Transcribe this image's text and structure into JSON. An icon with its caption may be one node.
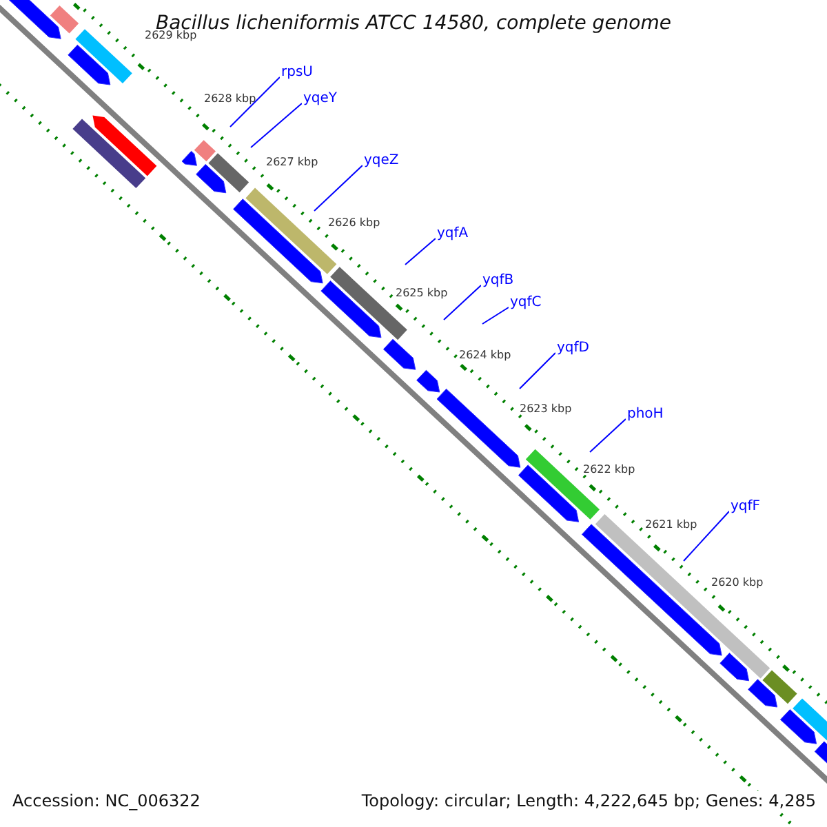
{
  "diagram": {
    "title": "Bacillus licheniformis ATCC 14580, complete genome",
    "nodes": [
      {
        "text": [
          "rpsU"
        ]
      },
      {
        "text": [
          "yqeY"
        ]
      },
      {
        "text": [
          "yqeZ"
        ]
      },
      {
        "text": [
          "yqfA"
        ]
      },
      {
        "text": [
          "yqfB"
        ]
      },
      {
        "text": [
          "yqfC"
        ]
      },
      {
        "text": [
          "yqfD"
        ]
      },
      {
        "text": [
          "phoH"
        ]
      },
      {
        "text": [
          "yqfF"
        ]
      }
    ],
    "edges": [
      {
        "from": 0,
        "to": null,
        "arrow": "none"
      },
      {
        "from": 1,
        "to": null,
        "arrow": "none"
      },
      {
        "from": 2,
        "to": null,
        "arrow": "none"
      },
      {
        "from": 3,
        "to": null,
        "arrow": "none"
      },
      {
        "from": 4,
        "to": null,
        "arrow": "none"
      },
      {
        "from": 5,
        "to": null,
        "arrow": "none"
      },
      {
        "from": 6,
        "to": null,
        "arrow": "none"
      },
      {
        "from": 7,
        "to": null,
        "arrow": "none"
      },
      {
        "from": 8,
        "to": null,
        "arrow": "none"
      }
    ],
    "labels": [
      "2629 kbp",
      "2628 kbp",
      "2627 kbp",
      "2626 kbp",
      "2625 kbp",
      "2624 kbp",
      "2623 kbp",
      "2622 kbp",
      "2621 kbp",
      "2620 kbp",
      "Accession: NC_006322",
      "Topology: circular; Length: 4,222,645 bp; Genes: 4,285"
    ]
  }
}
